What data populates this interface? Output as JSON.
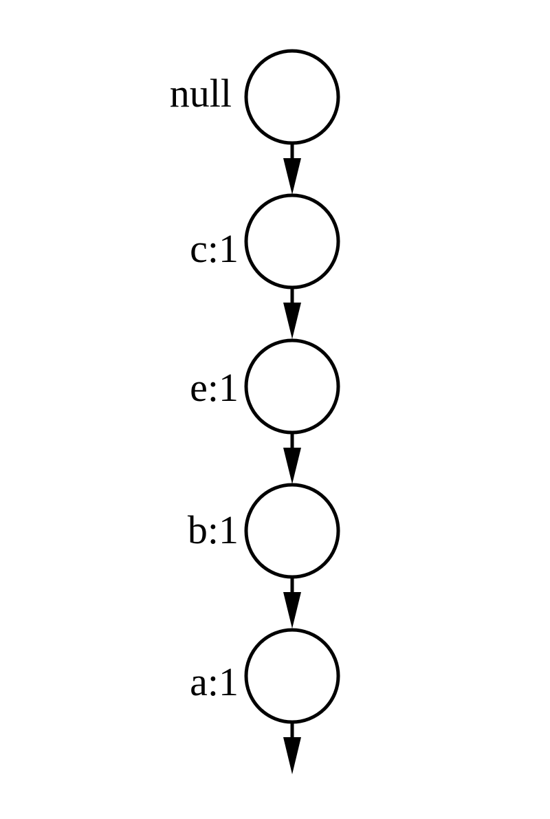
{
  "diagram": {
    "nodes": [
      {
        "id": "root",
        "label": "null"
      },
      {
        "id": "c",
        "label": "c:1"
      },
      {
        "id": "e",
        "label": "e:1"
      },
      {
        "id": "b",
        "label": "b:1"
      },
      {
        "id": "a",
        "label": "a:1"
      }
    ],
    "edges": [
      {
        "from": "root",
        "to": "c"
      },
      {
        "from": "c",
        "to": "e"
      },
      {
        "from": "e",
        "to": "b"
      },
      {
        "from": "b",
        "to": "a"
      },
      {
        "from": "a",
        "to": null
      }
    ],
    "colors": {
      "stroke": "#000000",
      "fill": "#ffffff",
      "background": "#ffffff"
    }
  }
}
